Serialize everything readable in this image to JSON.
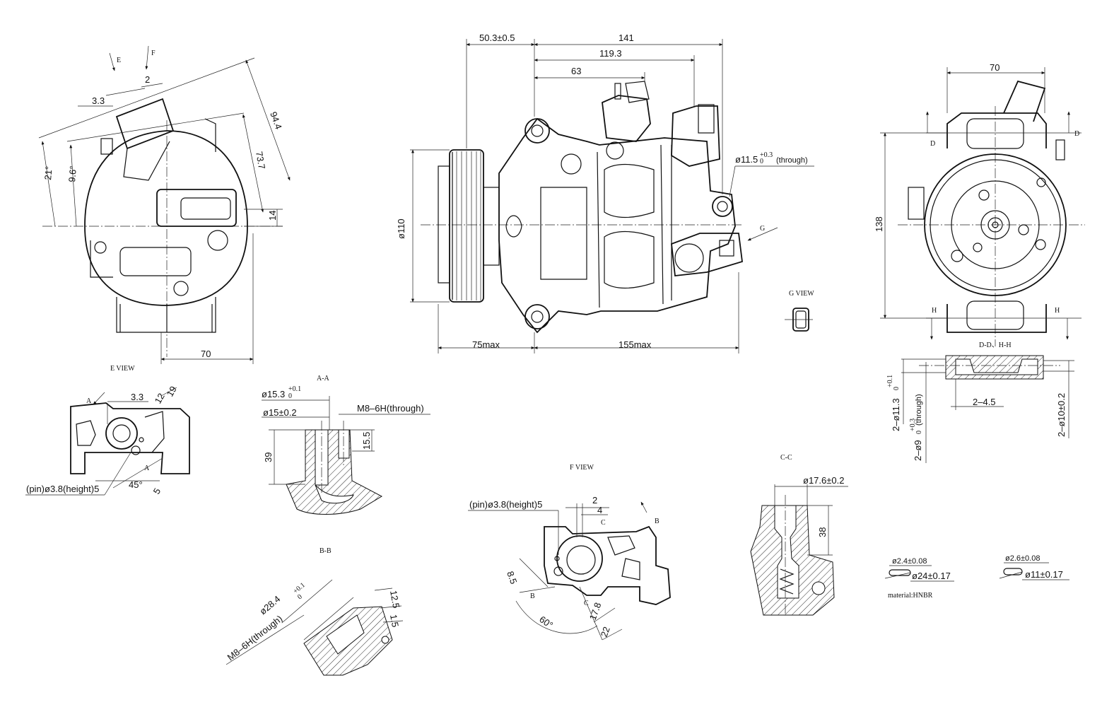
{
  "views": {
    "e_view": {
      "label": "E VIEW"
    },
    "f_view": {
      "label": "F VIEW"
    },
    "g_view": {
      "label": "G VIEW"
    },
    "section_aa": {
      "label": "A-A"
    },
    "section_bb": {
      "label": "B-B"
    },
    "section_cc": {
      "label": "C-C"
    },
    "section_dd_hh": {
      "label": "D-D、H-H"
    }
  },
  "markers": {
    "A": "A",
    "B": "B",
    "C": "C",
    "D": "D",
    "E": "E",
    "F": "F",
    "G": "G",
    "H": "H"
  },
  "left_view": {
    "dim_3_3": "3.3",
    "dim_2": "2",
    "dim_94_4": "94.4",
    "dim_73_7": "73.7",
    "dim_21": "21°",
    "dim_9_6": "9.6°",
    "dim_14": "14",
    "dim_70": "70"
  },
  "front_view": {
    "dim_50_3": "50.3±0.5",
    "dim_141": "141",
    "dim_119_3": "119.3",
    "dim_63": "63",
    "dim_hole": "ø11.5",
    "dim_hole_tol_upper": "+0.3",
    "dim_hole_tol_lower": "0",
    "dim_hole_note": "(through)",
    "dim_110": "ø110",
    "dim_75max": "75max",
    "dim_155max": "155max"
  },
  "right_view": {
    "dim_70": "70",
    "dim_138": "138"
  },
  "dd_section": {
    "dim_2_4_5": "2–4.5",
    "dim_11_3": "2–ø11.3",
    "dim_11_3_tol_upper": "+0.1",
    "dim_11_3_tol_lower": "0",
    "dim_9": "2–ø9",
    "dim_9_tol_upper": "+0.3",
    "dim_9_tol_lower": "0",
    "dim_9_note": "(through)",
    "dim_10": "2–ø10±0.2"
  },
  "e_view_dims": {
    "dim_3_3": "3.3",
    "dim_12": "12",
    "dim_19": "19",
    "dim_45": "45°",
    "dim_5": "5",
    "pin_note": "(pin)ø3.8(height)5"
  },
  "aa_dims": {
    "dim_15_3": "ø15.3",
    "dim_15_3_tol_upper": "+0.1",
    "dim_15_3_tol_lower": "0",
    "dim_15": "ø15±0.2",
    "dim_m8": "M8–6H(through)",
    "dim_15_5": "15.5",
    "dim_39": "39"
  },
  "bb_dims": {
    "dim_28_4": "ø28.4",
    "dim_28_4_tol_upper": "+0.1",
    "dim_28_4_tol_lower": "0",
    "dim_m8": "M8–6H(through)",
    "dim_12_5": "12.5",
    "dim_1_5": "1.5"
  },
  "f_view_dims": {
    "pin_note": "(pin)ø3.8(height)5",
    "dim_2": "2",
    "dim_4": "4",
    "dim_8_5": "8.5",
    "dim_60": "60°",
    "dim_17_8": "17.8",
    "dim_22": "22"
  },
  "cc_dims": {
    "dim_17_6": "ø17.6±0.2",
    "dim_38": "38"
  },
  "orings": {
    "ring1_section": "ø2.4±0.08",
    "ring1_dia": "ø24±0.17",
    "ring2_section": "ø2.6±0.08",
    "ring2_dia": "ø11±0.17",
    "material": "material:HNBR"
  }
}
